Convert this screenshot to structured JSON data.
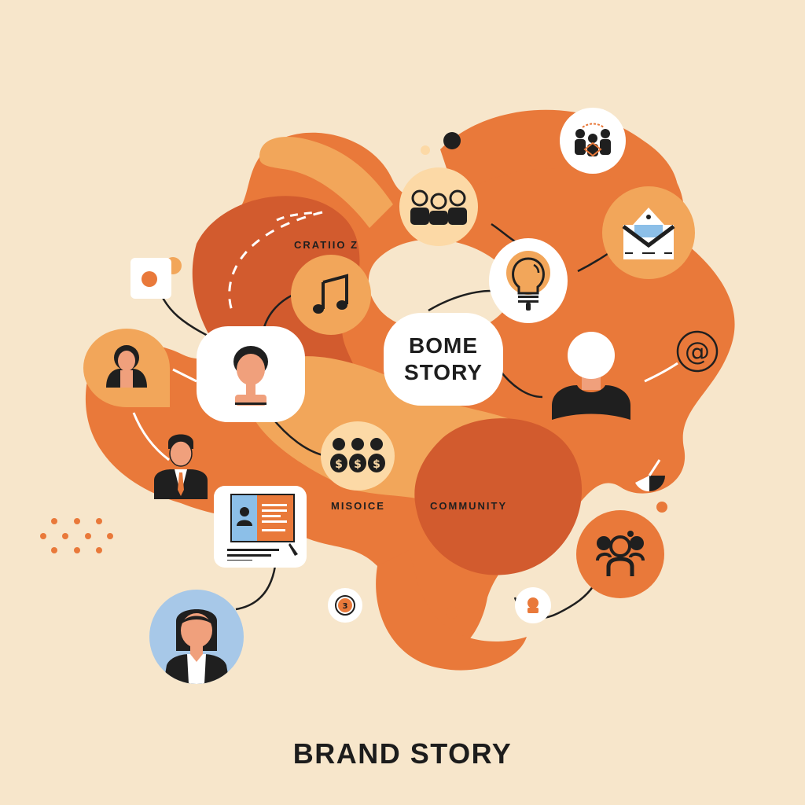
{
  "title": "BRAND STORY",
  "center_node": {
    "line1": "BOME",
    "line2": "STORY"
  },
  "labels": {
    "top_left": "CRATIIO Z",
    "bottom_left": "MISOICE",
    "bottom_right": "COMMUNITY"
  },
  "nodes": [
    {
      "id": "team-collaboration",
      "icon": "team-cycle-icon",
      "shape": "circle",
      "bg": "#ffffff"
    },
    {
      "id": "group-of-three",
      "icon": "group-people-icon",
      "shape": "circle",
      "bg": "#fcd9a6"
    },
    {
      "id": "email",
      "icon": "envelope-icon",
      "shape": "circle",
      "bg": "#f2a65a"
    },
    {
      "id": "idea",
      "icon": "lightbulb-icon",
      "shape": "circle",
      "bg": "#ffffff"
    },
    {
      "id": "music",
      "icon": "music-note-icon",
      "shape": "circle",
      "bg": "#f2a65a"
    },
    {
      "id": "profile-woman-white",
      "icon": "woman-avatar-icon",
      "shape": "rounded-square",
      "bg": "#ffffff"
    },
    {
      "id": "profile-woman-orange",
      "icon": "woman-avatar-icon",
      "shape": "speech-bubble",
      "bg": "#f2a65a"
    },
    {
      "id": "chat-dot",
      "icon": "chat-bubble-icon",
      "shape": "rounded-square",
      "bg": "#ffffff"
    },
    {
      "id": "businessman",
      "icon": "businessman-icon",
      "shape": "none"
    },
    {
      "id": "money-people",
      "icon": "money-people-icon",
      "shape": "circle",
      "bg": "#fcd9a6"
    },
    {
      "id": "profile-card",
      "icon": "profile-card-icon",
      "shape": "rounded-square",
      "bg": "#ffffff"
    },
    {
      "id": "woman-portrait",
      "icon": "woman-portrait-icon",
      "shape": "circle",
      "bg": "#a7c8e8"
    },
    {
      "id": "target",
      "icon": "target-icon",
      "shape": "speech-bubble",
      "bg": "#ffffff"
    },
    {
      "id": "anonymous-user",
      "icon": "user-silhouette-icon",
      "shape": "none"
    },
    {
      "id": "at-sign",
      "icon": "at-sign-icon",
      "shape": "none"
    },
    {
      "id": "pie-chart",
      "icon": "pie-chart-icon",
      "shape": "none"
    },
    {
      "id": "community-group",
      "icon": "community-icon",
      "shape": "circle",
      "bg": "#e9793a"
    },
    {
      "id": "user-small",
      "icon": "user-small-icon",
      "shape": "speech-bubble",
      "bg": "#ffffff"
    }
  ],
  "colors": {
    "background": "#f7e6cb",
    "orange": "#e9793a",
    "dark_orange": "#d25b2e",
    "light_orange": "#f2a65a",
    "peach": "#fcd9a6",
    "skin": "#f0a07c",
    "dark": "#1f1f1f",
    "blue": "#a7c8e8"
  }
}
